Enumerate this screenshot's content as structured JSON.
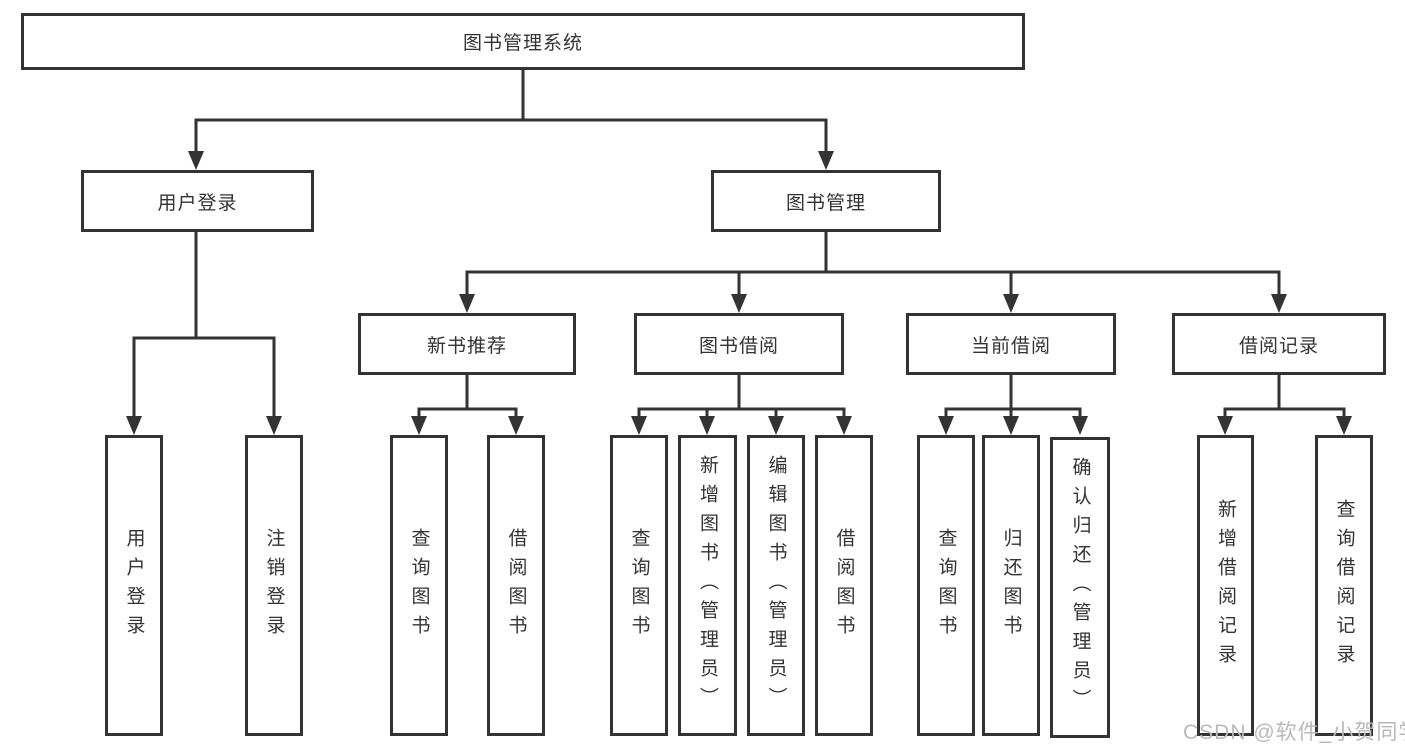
{
  "nodes": {
    "root": "图书管理系统",
    "user_login": "用户登录",
    "book_mgmt": "图书管理",
    "new_book_rec": "新书推荐",
    "book_borrow": "图书借阅",
    "current_borrow": "当前借阅",
    "borrow_record": "借阅记录",
    "leaf_user_login": "用户登录",
    "leaf_logout": "注销登录",
    "leaf_query_book_rec": "查询图书",
    "leaf_borrow_book_rec": "借阅图书",
    "leaf_query_book_borrow": "查询图书",
    "leaf_add_book": "新增图书（管理员）",
    "leaf_edit_book": "编辑图书（管理员）",
    "leaf_borrow_book_borrow": "借阅图书",
    "leaf_query_book_current": "查询图书",
    "leaf_return_book": "归还图书",
    "leaf_confirm_return": "确认归还（管理员）",
    "leaf_add_borrow_record": "新增借阅记录",
    "leaf_query_borrow_record": "查询借阅记录"
  },
  "watermark": "CSDN @软件_小贺同学",
  "colors": {
    "line": "#333333",
    "text": "#333333",
    "watermark": "#b9b9b9",
    "background": "#ffffff"
  }
}
